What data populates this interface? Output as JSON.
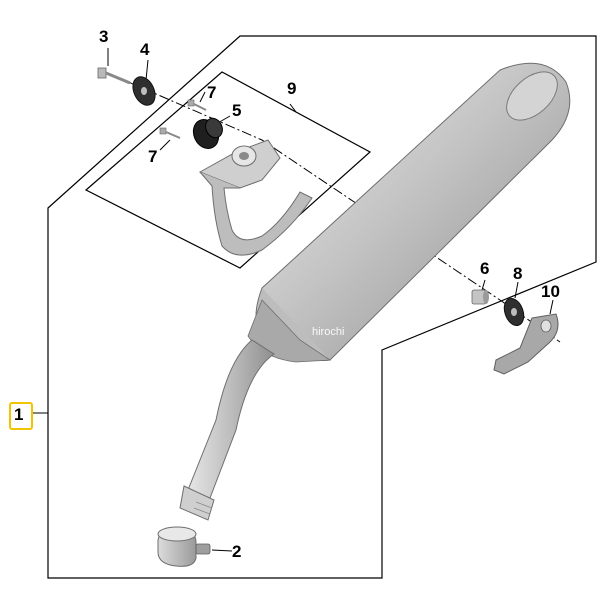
{
  "diagram": {
    "callouts": {
      "c1": "1",
      "c2": "2",
      "c3": "3",
      "c4": "4",
      "c5": "5",
      "c6": "6",
      "c7a": "7",
      "c7b": "7",
      "c8": "8",
      "c9": "9",
      "c10": "10"
    },
    "watermark": "hirochi",
    "colors": {
      "highlight": "#f2c300",
      "line": "#000000",
      "part_light": "#d9d9d9",
      "part_mid": "#b3b3b3",
      "part_dark": "#8c8c8c",
      "part_shadow": "#6b6b6b"
    }
  }
}
